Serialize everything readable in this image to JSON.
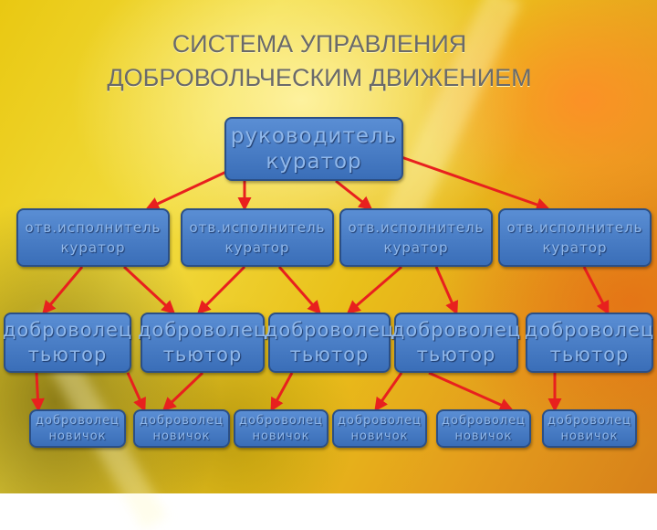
{
  "title": {
    "line1": "СИСТЕМА УПРАВЛЕНИЯ",
    "line2": "ДОБРОВОЛЬЧЕСКИМ ДВИЖЕНИЕМ"
  },
  "root": {
    "line1": "руководитель",
    "line2": "куратор"
  },
  "level1": [
    {
      "line1": "отв.исполнитель",
      "line2": "куратор"
    },
    {
      "line1": "отв.исполнитель",
      "line2": "куратор"
    },
    {
      "line1": "отв.исполнитель",
      "line2": "куратор"
    },
    {
      "line1": "отв.исполнитель",
      "line2": "куратор"
    }
  ],
  "level2": [
    {
      "line1": "доброволец",
      "line2": "тьютор"
    },
    {
      "line1": "доброволец",
      "line2": "тьютор"
    },
    {
      "line1": "доброволец",
      "line2": "тьютор"
    },
    {
      "line1": "доброволец",
      "line2": "тьютор"
    },
    {
      "line1": "доброволец",
      "line2": "тьютор"
    }
  ],
  "level3": [
    {
      "line1": "доброволец",
      "line2": "новичок"
    },
    {
      "line1": "доброволец",
      "line2": "новичок"
    },
    {
      "line1": "доброволец",
      "line2": "новичок"
    },
    {
      "line1": "доброволец",
      "line2": "новичок"
    },
    {
      "line1": "доброволец",
      "line2": "новичок"
    },
    {
      "line1": "доброволец",
      "line2": "новичок"
    }
  ],
  "colors": {
    "box_fill": "#4a7ec8",
    "box_border": "#2b4f86",
    "box_text": "#8fb7ea",
    "arrow": "#e8201e",
    "title_text": "#6a6a6a"
  }
}
